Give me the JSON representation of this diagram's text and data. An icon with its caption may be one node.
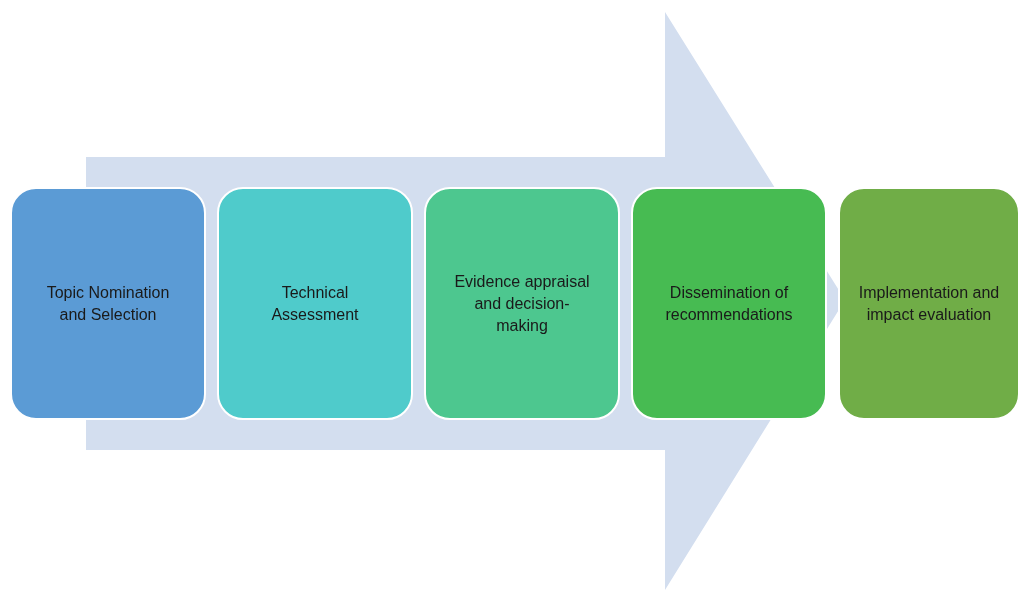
{
  "diagram": {
    "nodes": [
      {
        "text": [
          "Topic Nomination and Selection"
        ]
      },
      {
        "text": [
          "Technical Assessment"
        ]
      },
      {
        "text": [
          "Evidence appraisal and decision-making"
        ]
      },
      {
        "text": [
          "Dissemination of recommendations"
        ]
      },
      {
        "text": [
          "Implementation and impact evaluation"
        ]
      }
    ],
    "edges": [
      {
        "from": 0,
        "to": 4,
        "arrow": "to"
      }
    ]
  }
}
